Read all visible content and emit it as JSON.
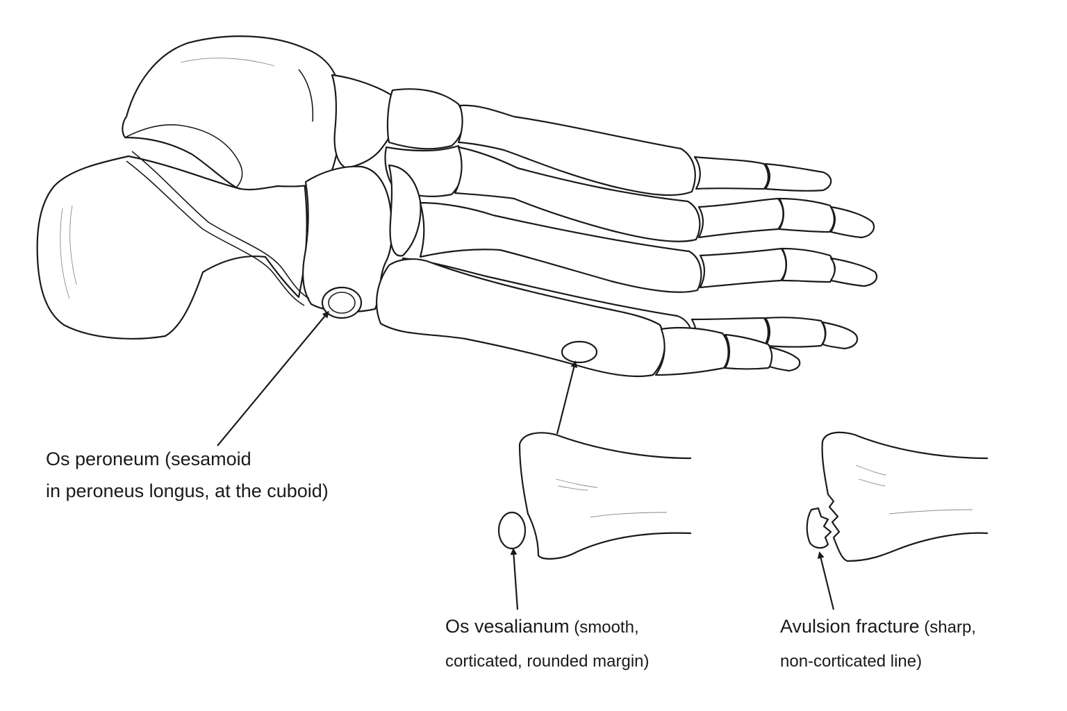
{
  "labels": {
    "os_peroneum": {
      "line1": "Os peroneum (sesamoid",
      "line2": "in peroneus longus, at the cuboid)"
    },
    "os_vesalianum": {
      "name": "Os vesalianum",
      "detail_line1": " (smooth,",
      "detail_line2": "corticated, rounded margin)"
    },
    "avulsion_fracture": {
      "name": "Avulsion fracture",
      "detail_line1": " (sharp,",
      "detail_line2": "non-corticated line)"
    }
  },
  "colors": {
    "line": "#1a1a1a",
    "background": "#ffffff",
    "shading": "#8a8a8a"
  }
}
